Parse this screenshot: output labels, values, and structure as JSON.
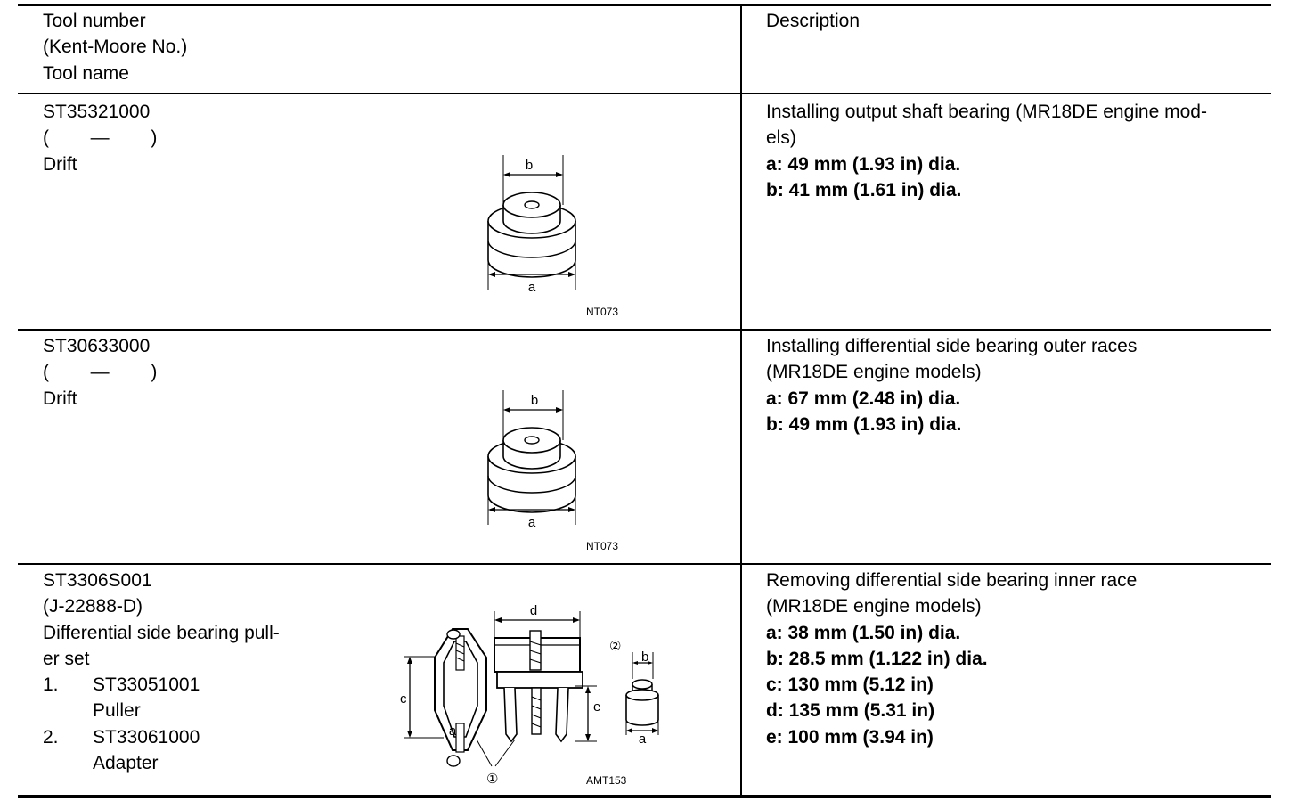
{
  "header": {
    "left": [
      "Tool number",
      "(Kent-Moore No.)",
      "Tool name"
    ],
    "right": "Description"
  },
  "rows": [
    {
      "tool_number": "ST35321000",
      "kent_moore": "(        —        )",
      "tool_name": "Drift",
      "description": [
        "Installing output shaft bearing (MR18DE engine mod-",
        "els)"
      ],
      "specs": [
        "a: 49 mm (1.93 in) dia.",
        "b: 41 mm (1.61 in) dia."
      ],
      "figure": {
        "label_a": "a",
        "label_b": "b",
        "code": "NT073"
      }
    },
    {
      "tool_number": "ST30633000",
      "kent_moore": "(        —        )",
      "tool_name": "Drift",
      "description": [
        "Installing differential side bearing outer races",
        "(MR18DE engine models)"
      ],
      "specs": [
        "a: 67 mm (2.48 in) dia.",
        "b: 49 mm (1.93 in) dia."
      ],
      "figure": {
        "label_a": "a",
        "label_b": "b",
        "code": "NT073"
      }
    },
    {
      "tool_number": "ST3306S001",
      "kent_moore": "(J-22888-D)",
      "tool_name_lines": [
        "Differential side bearing pull-",
        "er set"
      ],
      "parts": [
        {
          "num": "1.",
          "number": "ST33051001",
          "name": "Puller"
        },
        {
          "num": "2.",
          "number": "ST33061000",
          "name": "Adapter"
        }
      ],
      "description": [
        "Removing differential side bearing inner race",
        "(MR18DE engine models)"
      ],
      "specs": [
        "a: 38 mm (1.50 in) dia.",
        "b: 28.5 mm (1.122 in) dia.",
        "c: 130 mm (5.12 in)",
        "d: 135 mm (5.31 in)",
        "e: 100 mm (3.94 in)"
      ],
      "figure": {
        "label_a": "a",
        "label_b": "b",
        "label_c": "c",
        "label_d": "d",
        "label_e": "e",
        "callout_1": "①",
        "callout_2": "②",
        "code": "AMT153"
      }
    }
  ]
}
